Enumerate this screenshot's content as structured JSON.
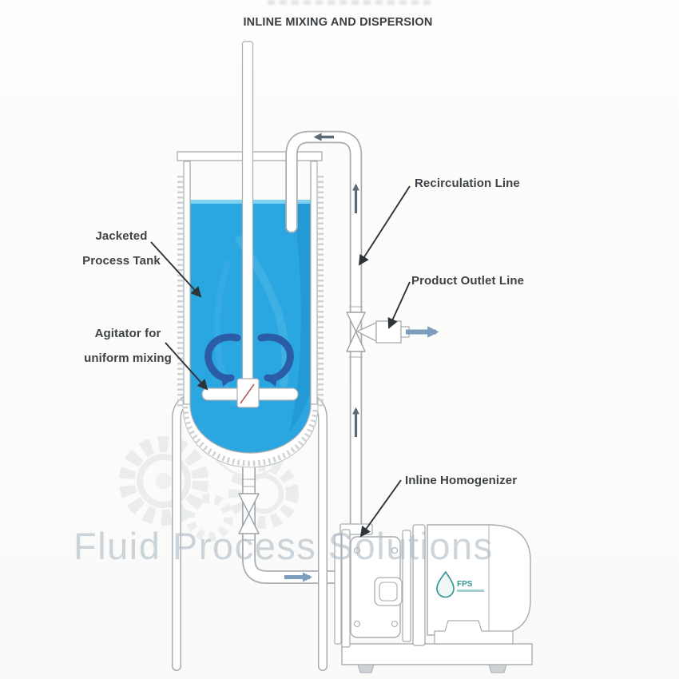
{
  "title": "INLINE MIXING AND DISPERSION",
  "labels": {
    "jacketed_line1": "Jacketed",
    "jacketed_line2": "Process Tank",
    "agitator_line1": "Agitator for",
    "agitator_line2": "uniform mixing",
    "recirculation": "Recirculation Line",
    "product_outlet": "Product Outlet Line",
    "homogenizer": "Inline Homogenizer"
  },
  "watermark_text": "Fluid Process Solutions",
  "pump_logo": {
    "text": "FPS"
  },
  "colors": {
    "liquid": "#2aa7e0",
    "liquid_highlight": "#8ed8f3",
    "mixing_arrow": "#2b5ca8",
    "flow_arrow": "#5a6a76",
    "outlet_arrow": "#7e9cbb",
    "line": "#a7adb2",
    "label_text": "#3d4247",
    "watermark": "#adb9c2",
    "logo_teal": "#2f9490"
  }
}
